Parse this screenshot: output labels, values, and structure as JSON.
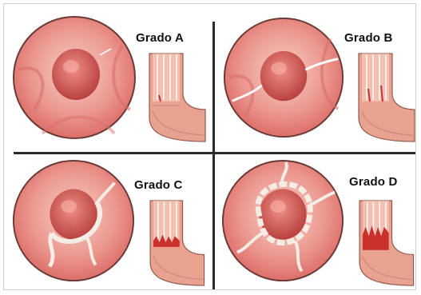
{
  "panels": [
    {
      "label": "Grado A"
    },
    {
      "label": "Grado B"
    },
    {
      "label": "Grado C"
    },
    {
      "label": "Grado D"
    }
  ],
  "colors": {
    "mucosa": "#e8857f",
    "mucosa_light": "#f6c3ba",
    "lesion": "#f4ede6",
    "ulcer": "#d9332f",
    "divider": "#2a2a2a"
  }
}
